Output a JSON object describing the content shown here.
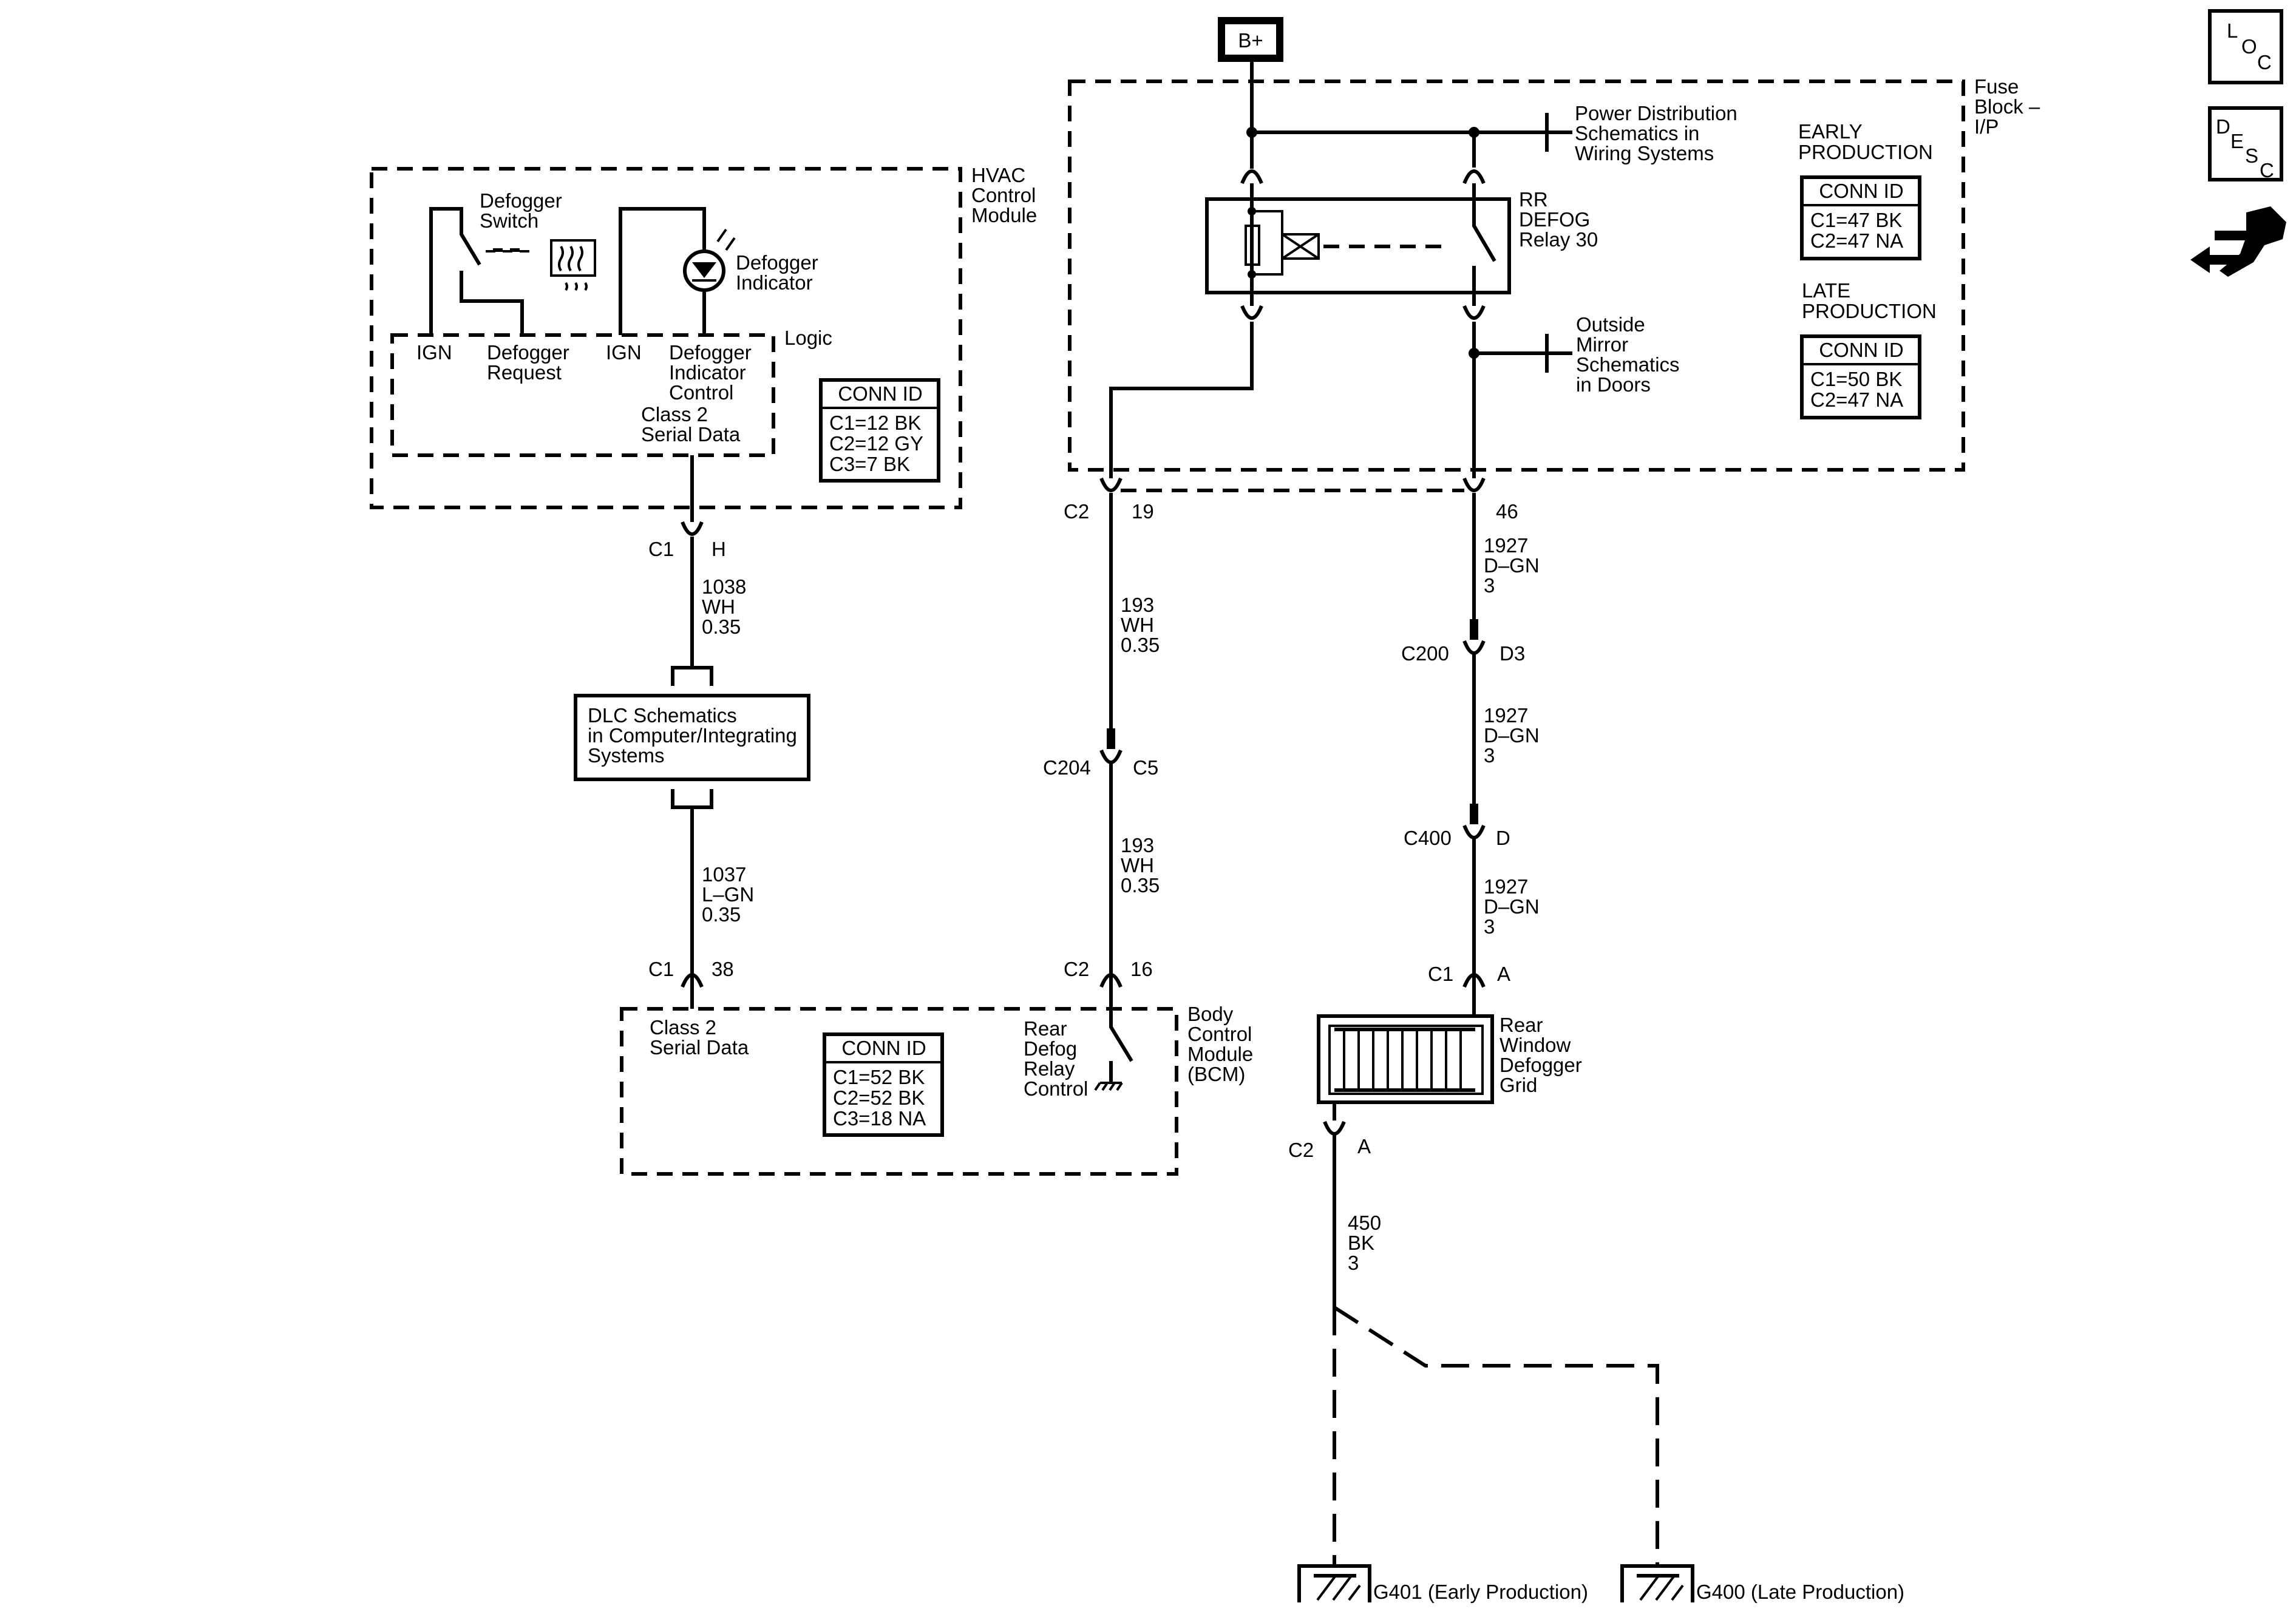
{
  "power_source": "B+",
  "nav_icons": {
    "loc_letters": [
      "L",
      "O",
      "C"
    ],
    "desc_letters": [
      "D",
      "E",
      "S",
      "C"
    ]
  },
  "fuse_block": {
    "label": [
      "Fuse",
      "Block –",
      "I/P"
    ],
    "power_dist_ref": [
      "Power Distribution",
      "Schematics in",
      "Wiring Systems"
    ],
    "relay_label": [
      "RR",
      "DEFOG",
      "Relay 30"
    ],
    "mirror_ref": [
      "Outside",
      "Mirror",
      "Schematics",
      "in Doors"
    ],
    "early_title": [
      "EARLY",
      "PRODUCTION"
    ],
    "early_conn": {
      "header": "CONN ID",
      "lines": [
        "C1=47 BK",
        "C2=47 NA"
      ]
    },
    "late_title": [
      "LATE",
      "PRODUCTION"
    ],
    "late_conn": {
      "header": "CONN ID",
      "lines": [
        "C1=50 BK",
        "C2=47 NA"
      ]
    }
  },
  "hvac": {
    "label": [
      "HVAC",
      "Control",
      "Module"
    ],
    "switch_label": [
      "Defogger",
      "Switch"
    ],
    "indicator_label": [
      "Defogger",
      "Indicator"
    ],
    "logic_label": "Logic",
    "pins": {
      "ign1": "IGN",
      "request": [
        "Defogger",
        "Request"
      ],
      "ign2": "IGN",
      "indicator_control": [
        "Defogger",
        "Indicator",
        "Control"
      ],
      "serial": [
        "Class 2",
        "Serial Data"
      ]
    },
    "conn": {
      "header": "CONN ID",
      "lines": [
        "C1=12 BK",
        "C2=12 GY",
        "C3=7 BK"
      ]
    }
  },
  "connectors": {
    "hvac_c1": [
      "C1",
      "H"
    ],
    "dlc_c1": [
      "C1",
      "38"
    ],
    "fb_c2": [
      "C2",
      "19"
    ],
    "fb_46": "46",
    "c200": [
      "C200",
      "D3"
    ],
    "c204": [
      "C204",
      "C5"
    ],
    "c400": [
      "C400",
      "D"
    ],
    "bcm_c2": [
      "C2",
      "16"
    ],
    "grid_c1": [
      "C1",
      "A"
    ],
    "grid_c2": [
      "C2",
      "A"
    ]
  },
  "wires": {
    "w1038": [
      "1038",
      "WH",
      "0.35"
    ],
    "w1037": [
      "1037",
      "L–GN",
      "0.35"
    ],
    "w193a": [
      "193",
      "WH",
      "0.35"
    ],
    "w193b": [
      "193",
      "WH",
      "0.35"
    ],
    "w1927a": [
      "1927",
      "D–GN",
      "3"
    ],
    "w1927b": [
      "1927",
      "D–GN",
      "3"
    ],
    "w1927c": [
      "1927",
      "D–GN",
      "3"
    ],
    "w450": [
      "450",
      "BK",
      "3"
    ]
  },
  "dlc_box": [
    "DLC Schematics",
    "in Computer/Integrating",
    "Systems"
  ],
  "bcm": {
    "label": [
      "Body",
      "Control",
      "Module",
      "(BCM)"
    ],
    "serial": [
      "Class 2",
      "Serial Data"
    ],
    "relay_control": [
      "Rear",
      "Defog",
      "Relay",
      "Control"
    ],
    "conn": {
      "header": "CONN ID",
      "lines": [
        "C1=52 BK",
        "C2=52 BK",
        "C3=18 NA"
      ]
    }
  },
  "grid_label": [
    "Rear",
    "Window",
    "Defogger",
    "Grid"
  ],
  "grounds": {
    "g401": "G401 (Early Production)",
    "g400": "G400 (Late Production)"
  }
}
